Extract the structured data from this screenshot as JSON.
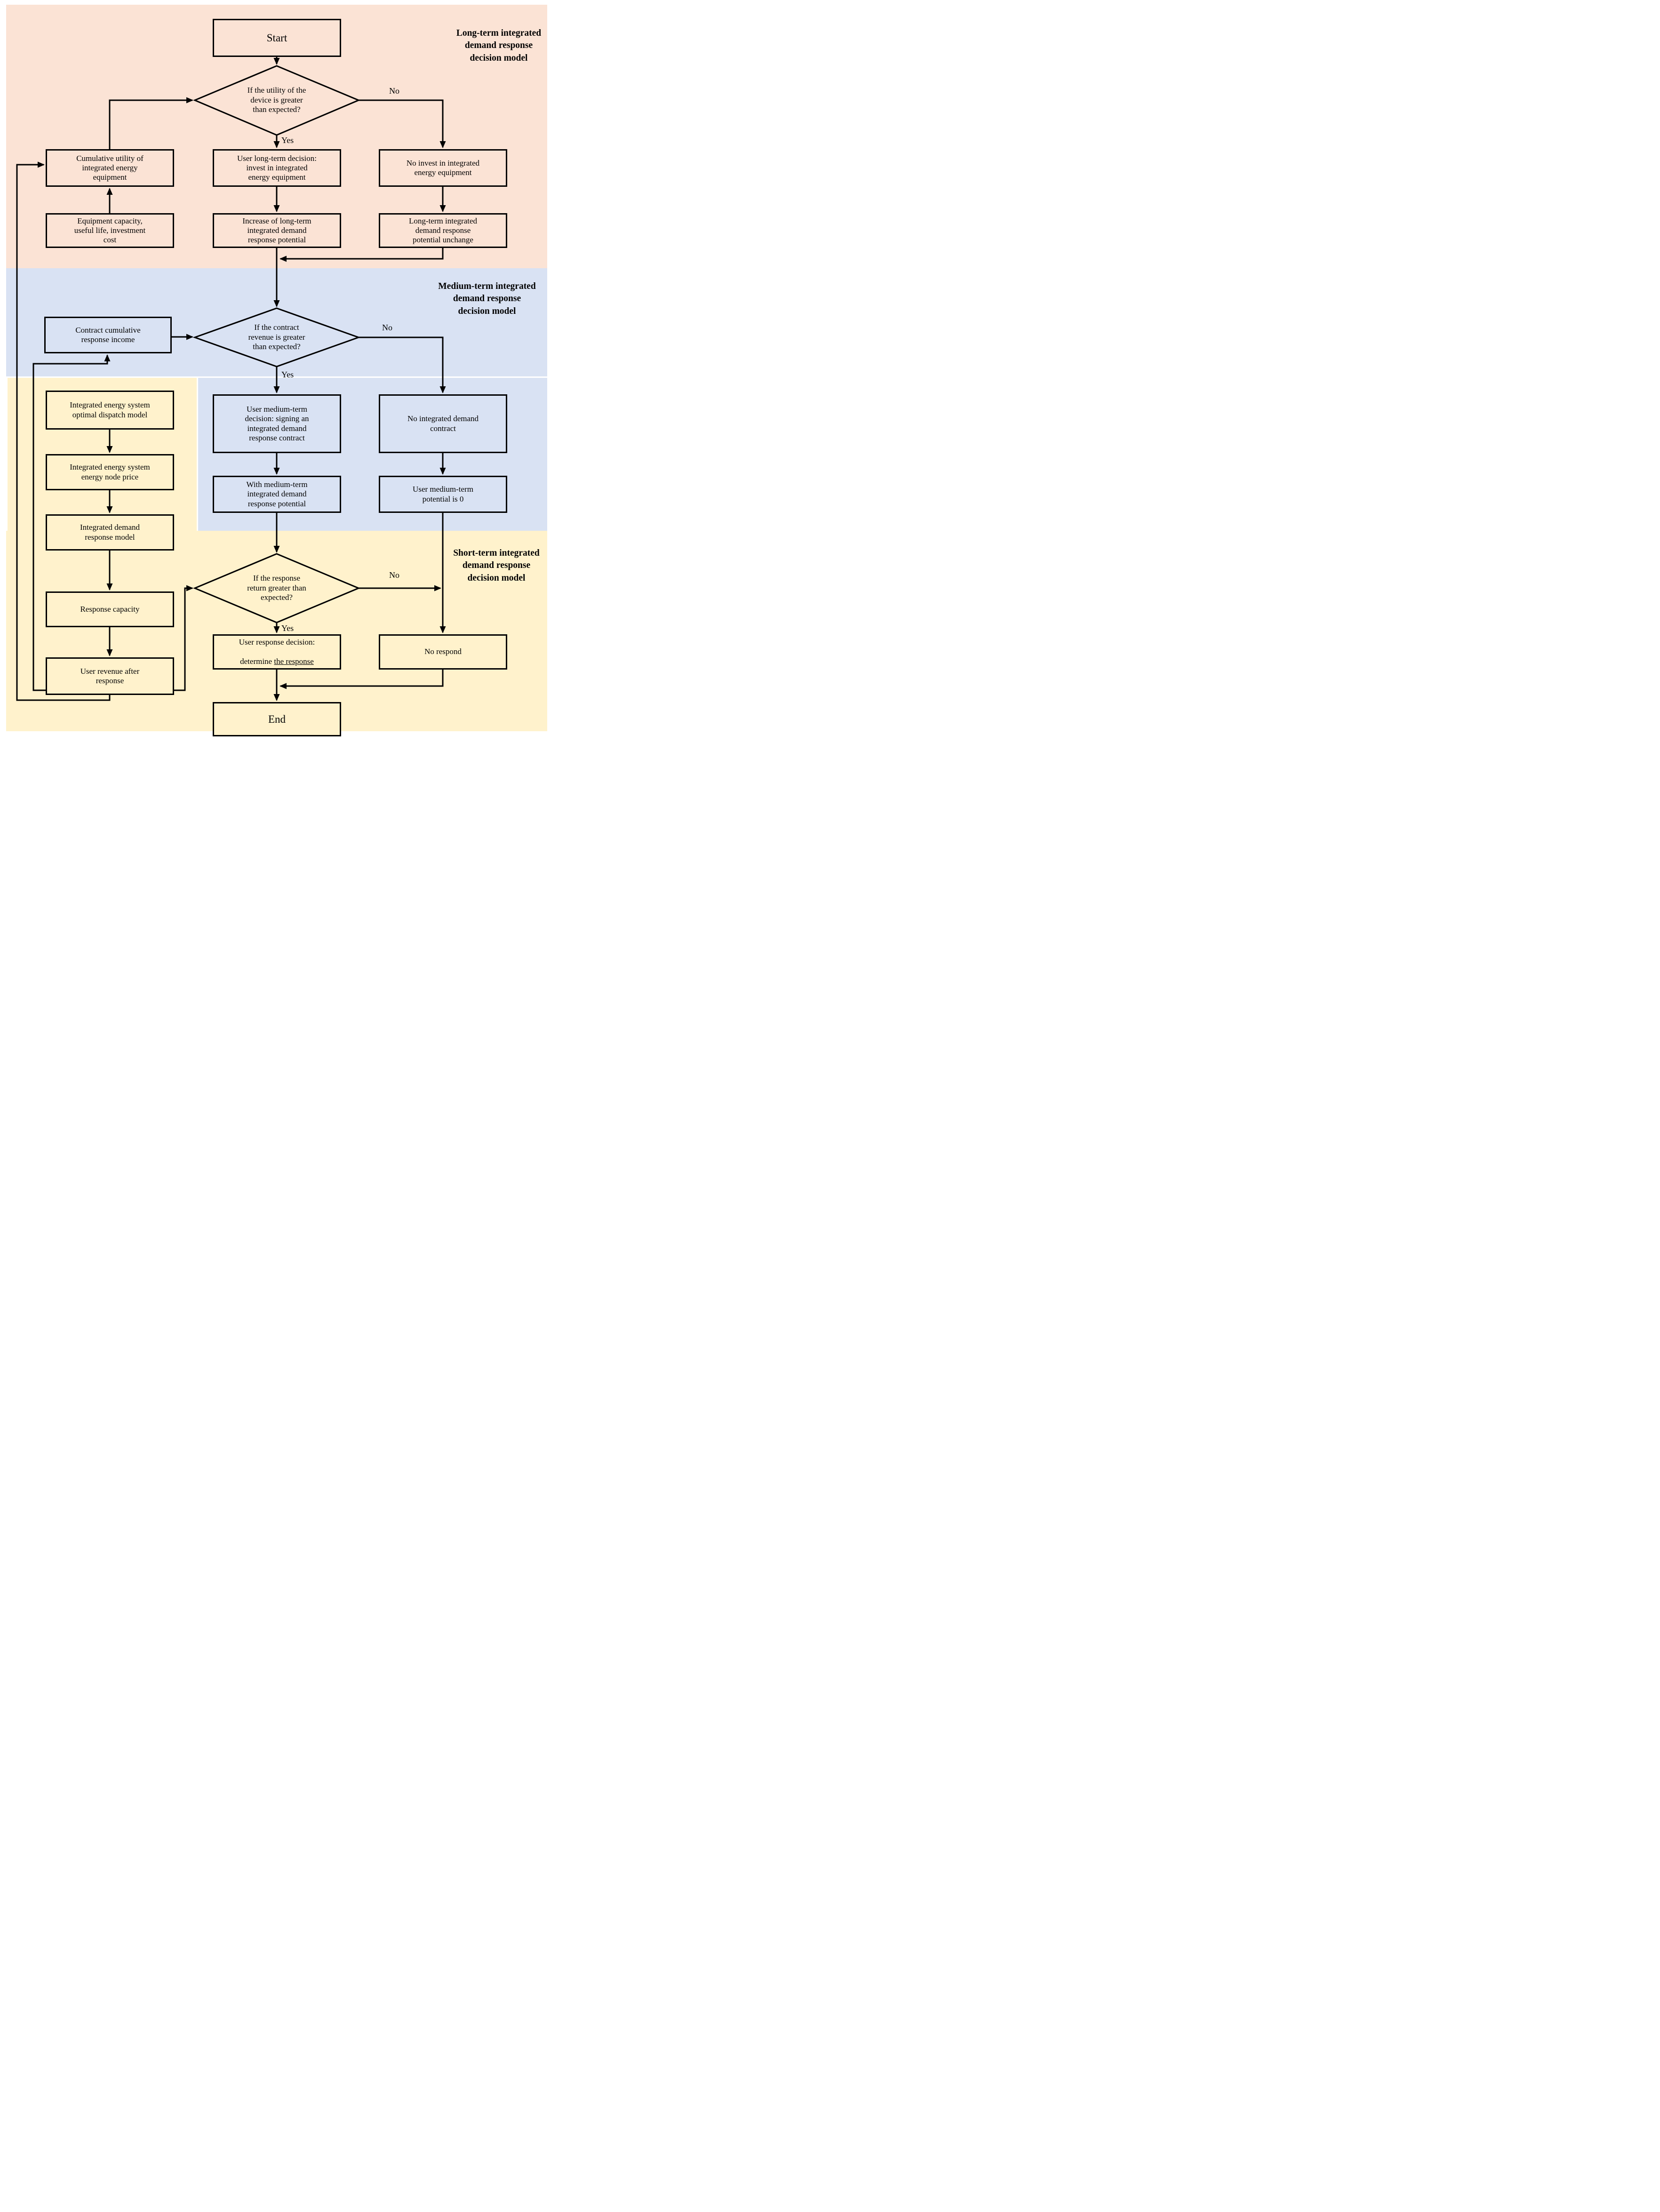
{
  "diagram": {
    "regions": {
      "long_term": {
        "title": "Long-term integrated\ndemand response\ndecision model"
      },
      "medium_term": {
        "title": "Medium-term integrated\ndemand response\ndecision model"
      },
      "short_term": {
        "title": "Short-term integrated\ndemand response\ndecision model"
      }
    },
    "nodes": {
      "start": {
        "label": "Start"
      },
      "d1": {
        "label": "If the utility of the\ndevice is greater\nthan expected?"
      },
      "b1": {
        "label": "Cumulative utility of\nintegrated energy\nequipment"
      },
      "b2": {
        "label": "User long-term decision:\ninvest in integrated\nenergy equipment"
      },
      "b3": {
        "label": "No invest in integrated\nenergy equipment"
      },
      "b4": {
        "label": "Equipment capacity,\nuseful life, investment\ncost"
      },
      "b5": {
        "label": "Increase of long-term\nintegrated demand\nresponse potential"
      },
      "b6": {
        "label": "Long-term integrated\ndemand response\npotential unchange"
      },
      "contract": {
        "label": "Contract cumulative\nresponse income"
      },
      "d2": {
        "label": "If the contract\nrevenue is greater\nthan expected?"
      },
      "m1": {
        "label": "User medium-term\ndecision: signing an\nintegrated demand\nresponse contract"
      },
      "rm1": {
        "label": "No integrated demand\ncontract"
      },
      "m2": {
        "label": "With medium-term\nintegrated demand\nresponse potential"
      },
      "rm2": {
        "label": "User medium-term\npotential is 0"
      },
      "l1": {
        "label": "Integrated energy system\noptimal dispatch model"
      },
      "l2": {
        "label": "Integrated energy system\nenergy node price"
      },
      "l3": {
        "label": "Integrated demand\nresponse model"
      },
      "l4": {
        "label": "Response capacity"
      },
      "l5": {
        "label": "User revenue after\nresponse"
      },
      "d3": {
        "label": "If the response\nreturn greater than\nexpected?"
      },
      "user_response": {
        "line1": "User response decision:",
        "line2_prefix": "determine ",
        "line2_underline": "the response"
      },
      "no_respond": {
        "label": "No respond"
      },
      "end": {
        "label": "End"
      }
    },
    "edge_labels": {
      "d1_yes": "Yes",
      "d1_no": "No",
      "d2_yes": "Yes",
      "d2_no": "No",
      "d3_yes": "Yes",
      "d3_no": "No"
    },
    "colors": {
      "long_term_bg": "#fbe3d5",
      "medium_term_bg": "#d9e2f3",
      "short_term_bg": "#fff2cc",
      "line": "#000000",
      "background": "#ffffff"
    }
  }
}
